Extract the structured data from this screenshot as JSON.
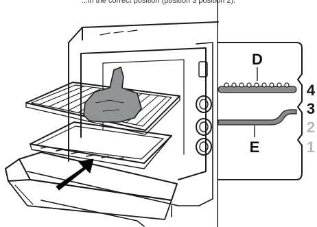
{
  "caption": "...in the correct position (position 3 position 2).",
  "labels": {
    "upper_accessory": "D",
    "lower_accessory": "E"
  },
  "rack_positions": [
    "4",
    "3",
    "2",
    "1"
  ],
  "colors": {
    "line": "#1a1a1a",
    "food_fill": "#8f9497",
    "rod_fill": "#8a8a8a",
    "inactive_number": "#b8b8b8",
    "arrow": "#000000"
  }
}
